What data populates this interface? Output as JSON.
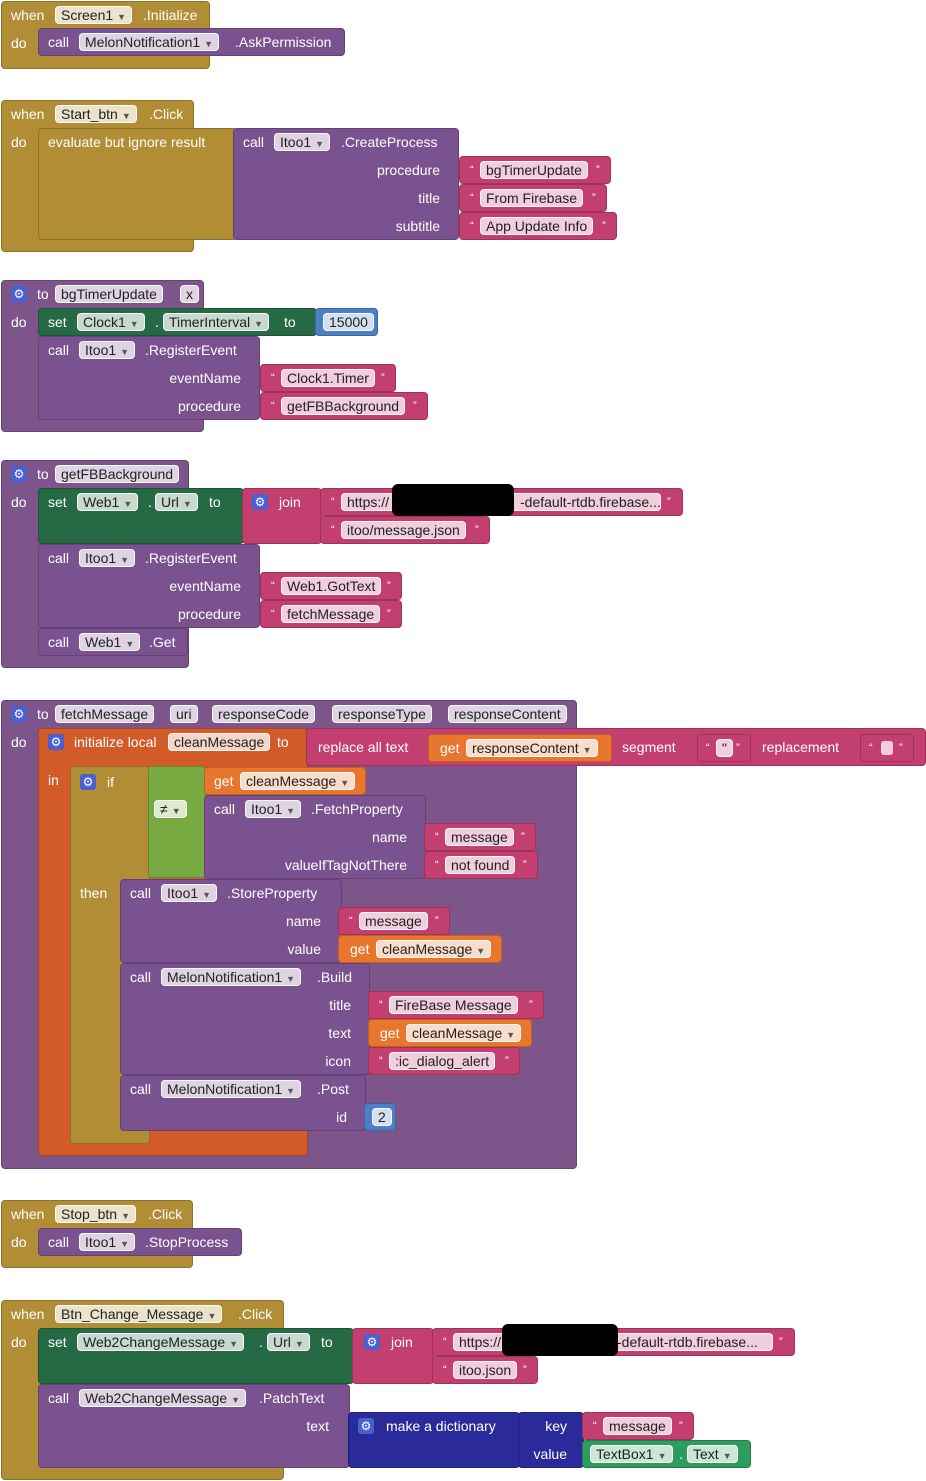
{
  "kw": {
    "when": "when",
    "do": "do",
    "call": "call",
    "set": "set",
    "to": "to",
    "join": "join",
    "get": "get",
    "in": "in",
    "if": "if",
    "then": "then",
    "q_open": "“",
    "q_close": "”",
    "dot": "."
  },
  "b1": {
    "component": "Screen1",
    "event": ".Initialize",
    "comp2": "MelonNotification1",
    "method": ".AskPermission"
  },
  "b2": {
    "component": "Start_btn",
    "event": ".Click",
    "eval": "evaluate but ignore result",
    "comp": "Itoo1",
    "method": ".CreateProcess",
    "p1": "procedure",
    "p2": "title",
    "p3": "subtitle",
    "v1": "bgTimerUpdate",
    "v2": "From Firebase",
    "v3": "App Update Info"
  },
  "b3": {
    "proc": "bgTimerUpdate",
    "param": "x",
    "clock": "Clock1",
    "prop": "TimerInterval",
    "num": "15000",
    "comp": "Itoo1",
    "method": ".RegisterEvent",
    "p1": "eventName",
    "p2": "procedure",
    "v1": "Clock1.Timer",
    "v2": "getFBBackground"
  },
  "b4": {
    "proc": "getFBBackground",
    "web": "Web1",
    "prop": "Url",
    "url1a": "https://",
    "url1b": "-default-rtdb.firebase...",
    "url2": "itoo/message.json",
    "comp": "Itoo1",
    "method": ".RegisterEvent",
    "p1": "eventName",
    "p2": "procedure",
    "v1": "Web1.GotText",
    "v2": "fetchMessage",
    "web2": "Web1",
    "get": ".Get"
  },
  "b5": {
    "proc": "fetchMessage",
    "params": [
      "uri",
      "responseCode",
      "responseType",
      "responseContent"
    ],
    "init": "initialize local",
    "var": "cleanMessage",
    "replace": "replace all text",
    "getvar": "responseContent",
    "segment": "segment",
    "seg_val": "\"",
    "replacement": "replacement",
    "neq": "≠",
    "getclean": "cleanMessage",
    "comp": "Itoo1",
    "fetch": ".FetchProperty",
    "name_l": "name",
    "name_v": "message",
    "vtag": "valueIfTagNotThere",
    "vtag_v": "not found",
    "store": ".StoreProperty",
    "s_name": "name",
    "s_name_v": "message",
    "s_value": "value",
    "melon": "MelonNotification1",
    "build": ".Build",
    "title_l": "title",
    "title_v": "FireBase Message",
    "text_l": "text",
    "icon_l": "icon",
    "icon_v": ":ic_dialog_alert",
    "post": ".Post",
    "id_l": "id",
    "id_v": "2"
  },
  "b6": {
    "component": "Stop_btn",
    "event": ".Click",
    "comp": "Itoo1",
    "method": ".StopProcess"
  },
  "b7": {
    "component": "Btn_Change_Message",
    "event": ".Click",
    "web": "Web2ChangeMessage",
    "prop": "Url",
    "url1a": "https://",
    "url1b": "-default-rtdb.firebase...",
    "url2": "itoo.json",
    "method": ".PatchText",
    "text_l": "text",
    "dict": "make a dictionary",
    "key_l": "key",
    "key_v": "message",
    "value_l": "value",
    "tb": "TextBox1",
    "tbprop": "Text"
  }
}
